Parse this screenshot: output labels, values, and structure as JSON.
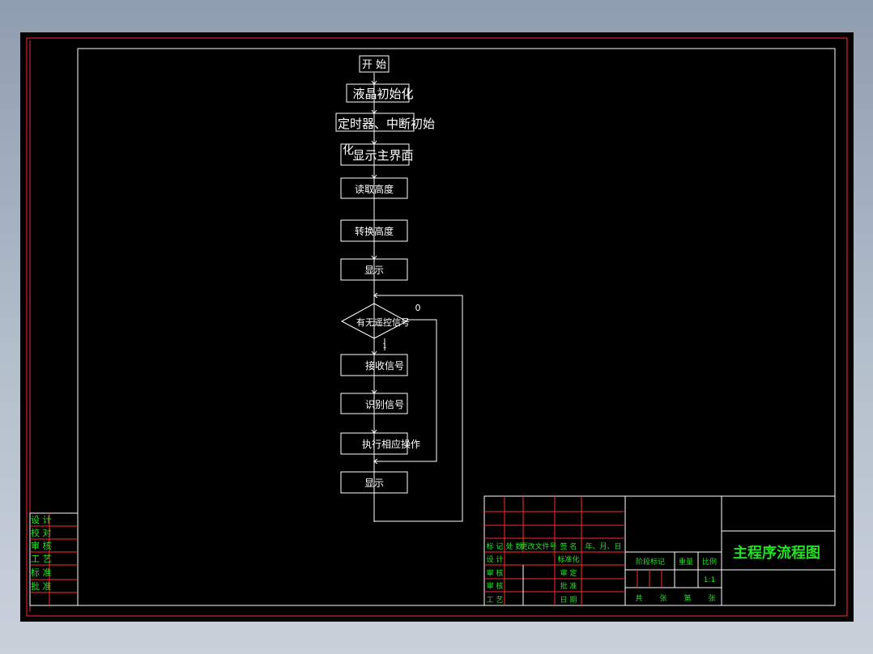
{
  "colors": {
    "background": "#000000",
    "frame": "#ff2a2a",
    "box": "#ffffff",
    "title_text": "#22e022",
    "flow_text": "#ffffff"
  },
  "flowchart": {
    "start": "开 始",
    "lcd_init": "液晶初始化",
    "timer_init": "定时器、中断初始",
    "timer_init_tail": "化",
    "main_screen": "显示主界面",
    "read_height": "读取高度",
    "convert_height": "转换高度",
    "display_1": "显示",
    "decision": "有无遥控信号",
    "decision_no": "0",
    "decision_yes": "1",
    "receive_signal": "接收信号",
    "identify_signal": "识别信号",
    "execute_action": "执行相应操作",
    "display_2": "显示"
  },
  "left_block": {
    "rows": [
      "设 计",
      "校 对",
      "审 核",
      "工 艺",
      "标 准",
      "批 准"
    ]
  },
  "title_block": {
    "drawing_title": "主程序流程图",
    "revision_header": [
      "标 记",
      "处 数",
      "更改文件号",
      "签 名",
      "年、月、日"
    ],
    "signature_labels_left": [
      "设 计",
      "审 核",
      "审 核",
      "工 艺"
    ],
    "signature_labels_mid": [
      "标准化",
      "审 定",
      "批 准",
      "日 期"
    ],
    "stage_label": "阶段标记",
    "weight_label": "重量",
    "scale_label": "比例",
    "scale_value": "1:1",
    "sheets": [
      "共",
      "张",
      "第",
      "张"
    ]
  }
}
